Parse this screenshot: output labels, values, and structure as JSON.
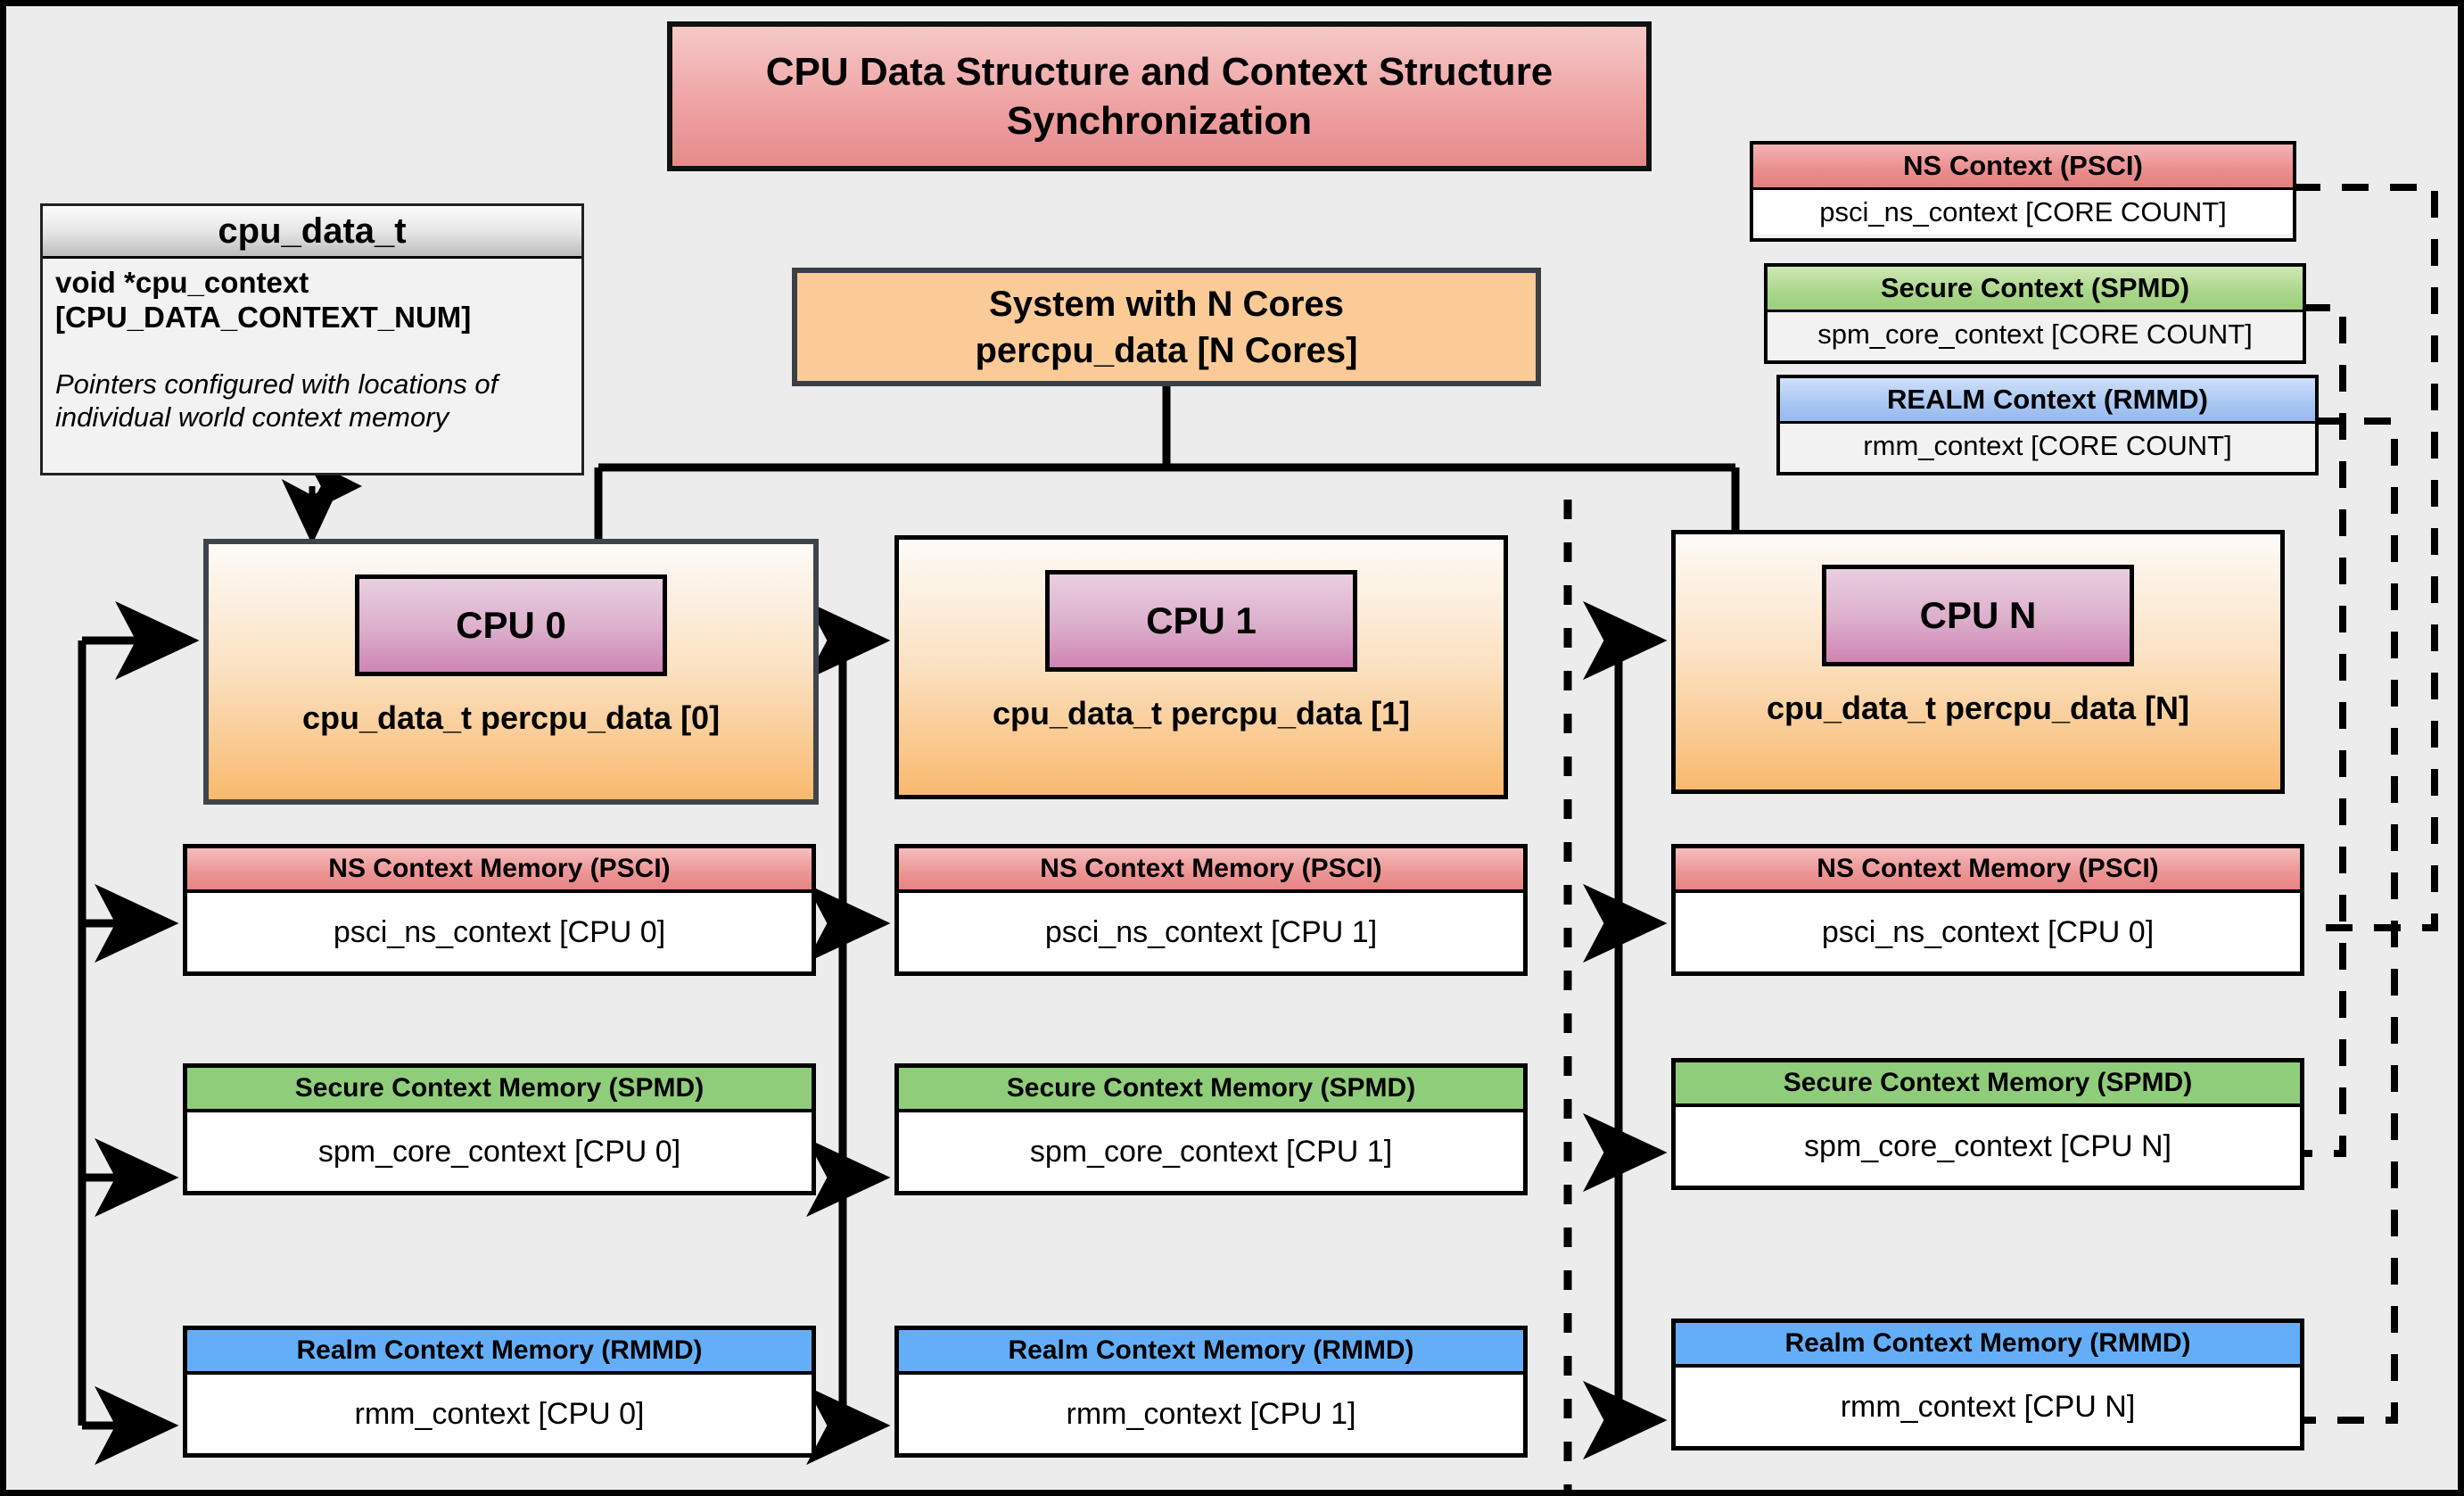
{
  "title": "CPU Data Structure and Context Structure Synchronization",
  "cpu_data_t": {
    "header": "cpu_data_t",
    "field": "void  *cpu_context [CPU_DATA_CONTEXT_NUM]",
    "note": "Pointers configured with locations of individual world context memory"
  },
  "system": {
    "line1": "System with N Cores",
    "line2": "percpu_data [N Cores]"
  },
  "global_contexts": [
    {
      "header": "NS Context  (PSCI)",
      "body": "psci_ns_context [CORE COUNT]",
      "color": "#e57f7f"
    },
    {
      "header": "Secure Context (SPMD)",
      "body": "spm_core_context [CORE COUNT]",
      "color": "#9ccf7b"
    },
    {
      "header": "REALM Context (RMMD)",
      "body": "rmm_context [CORE COUNT]",
      "color": "#96b9ee"
    }
  ],
  "cpus": [
    {
      "chip": "CPU 0",
      "label": "cpu_data_t percpu_data [0]"
    },
    {
      "chip": "CPU 1",
      "label": "cpu_data_t percpu_data [1]"
    },
    {
      "chip": "CPU N",
      "label": "cpu_data_t percpu_data [N]"
    }
  ],
  "memories": {
    "cpu0": [
      {
        "header": "NS Context Memory (PSCI)",
        "body": "psci_ns_context [CPU 0]"
      },
      {
        "header": "Secure Context Memory (SPMD)",
        "body": "spm_core_context [CPU 0]"
      },
      {
        "header": "Realm Context Memory (RMMD)",
        "body": "rmm_context [CPU 0]"
      }
    ],
    "cpu1": [
      {
        "header": "NS Context Memory (PSCI)",
        "body": "psci_ns_context [CPU 1]"
      },
      {
        "header": "Secure Context Memory (SPMD)",
        "body": "spm_core_context [CPU 1]"
      },
      {
        "header": "Realm Context Memory (RMMD)",
        "body": "rmm_context [CPU 1]"
      }
    ],
    "cpuN": [
      {
        "header": "NS Context Memory (PSCI)",
        "body": "psci_ns_context [CPU 0]"
      },
      {
        "header": "Secure Context Memory (SPMD)",
        "body": "spm_core_context [CPU N]"
      },
      {
        "header": "Realm Context Memory (RMMD)",
        "body": "rmm_context [CPU N]"
      }
    ]
  },
  "colors": {
    "ns": "#e57f7f",
    "secure": "#90cd7a",
    "realm": "#64aef8",
    "cpu_chip": "#cf83b4",
    "cpu_card": "#f9b96e",
    "title": "#e58b8b",
    "panel": "#ececec"
  }
}
